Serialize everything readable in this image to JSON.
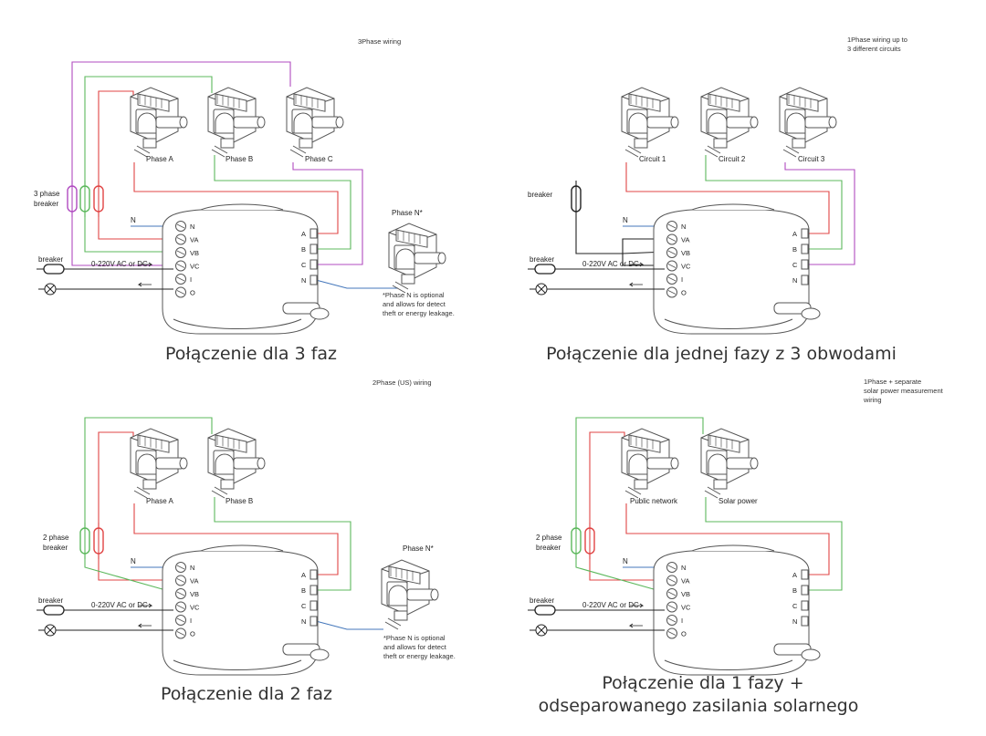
{
  "colors": {
    "red": "#e04545",
    "green": "#5cb85c",
    "purple": "#b04bc0",
    "blue": "#4477bb",
    "black": "#222222",
    "outline": "#555555"
  },
  "panels": [
    {
      "id": "p3",
      "top_note": [
        "3Phase wiring"
      ],
      "cts": [
        {
          "label": "Phase A",
          "color": "red"
        },
        {
          "label": "Phase B",
          "color": "green"
        },
        {
          "label": "Phase C",
          "color": "purple"
        }
      ],
      "phase_n": {
        "title": "Phase N*",
        "notes": [
          "*Phase N is optional",
          "and allows for detect",
          "theft or energy leakage."
        ]
      },
      "breaker_label": [
        "3 phase",
        "breaker"
      ],
      "breaker_colors": [
        "purple",
        "green",
        "red"
      ],
      "n_label": "N",
      "left_terminals": [
        "N",
        "VA",
        "VB",
        "VC",
        "I",
        "O"
      ],
      "right_terminals": [
        "A",
        "B",
        "C",
        "N"
      ],
      "supply_breaker": "breaker",
      "supply_text": "0-220V AC or DC",
      "caption": [
        "Połączenie dla 3 faz"
      ]
    },
    {
      "id": "p1",
      "top_note": [
        "1Phase wiring up to",
        "3 different circuits"
      ],
      "cts": [
        {
          "label": "Circuit 1",
          "color": "red"
        },
        {
          "label": "Circuit 2",
          "color": "green"
        },
        {
          "label": "Circuit 3",
          "color": "purple"
        }
      ],
      "breaker_label": [
        "breaker"
      ],
      "breaker_colors": [
        "black"
      ],
      "n_label": "N",
      "left_terminals": [
        "N",
        "VA",
        "VB",
        "VC",
        "I",
        "O"
      ],
      "right_terminals": [
        "A",
        "B",
        "C",
        "N"
      ],
      "supply_breaker": "breaker",
      "supply_text": "0-220V AC or DC",
      "caption": [
        "Połączenie dla jednej fazy z 3 obwodami"
      ]
    },
    {
      "id": "p2",
      "top_note": [
        "2Phase (US) wiring"
      ],
      "cts": [
        {
          "label": "Phase A",
          "color": "red"
        },
        {
          "label": "Phase B",
          "color": "green"
        }
      ],
      "phase_n": {
        "title": "Phase N*",
        "notes": [
          "*Phase N is optional",
          "and allows for detect",
          "theft or energy leakage."
        ]
      },
      "breaker_label": [
        "2 phase",
        "breaker"
      ],
      "breaker_colors": [
        "green",
        "red"
      ],
      "n_label": "N",
      "left_terminals": [
        "N",
        "VA",
        "VB",
        "VC",
        "I",
        "O"
      ],
      "right_terminals": [
        "A",
        "B",
        "C",
        "N"
      ],
      "supply_breaker": "breaker",
      "supply_text": "0-220V AC or DC",
      "caption": [
        "Połączenie dla 2 faz"
      ]
    },
    {
      "id": "ps",
      "top_note": [
        "1Phase + separate",
        "solar power measurement",
        "wiring"
      ],
      "cts": [
        {
          "label": "Public network",
          "color": "red"
        },
        {
          "label": "Solar power",
          "color": "green"
        }
      ],
      "breaker_label": [
        "2 phase",
        "breaker"
      ],
      "breaker_colors": [
        "green",
        "red"
      ],
      "n_label": "N",
      "left_terminals": [
        "N",
        "VA",
        "VB",
        "VC",
        "I",
        "O"
      ],
      "right_terminals": [
        "A",
        "B",
        "C",
        "N"
      ],
      "supply_breaker": "breaker",
      "supply_text": "0-220V AC or DC",
      "caption": [
        "Połączenie dla 1 fazy +",
        "odseparowanego zasilania solarnego"
      ]
    }
  ]
}
